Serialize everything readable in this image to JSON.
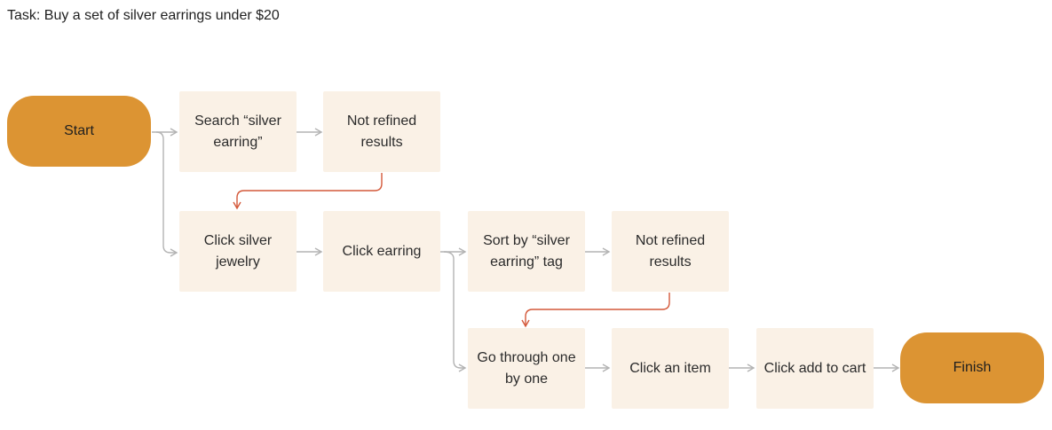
{
  "task": "Task: Buy a set of silver earrings under $20",
  "nodes": {
    "start": "Start",
    "search_silver_earring": "Search “silver earring”",
    "not_refined_1": "Not refined results",
    "click_silver_jewelry": "Click silver jewelry",
    "click_earring": "Click earring",
    "sort_by_tag": "Sort by “silver earring” tag",
    "not_refined_2": "Not refined results",
    "go_through": "Go through one by one",
    "click_item": "Click an item",
    "click_add_to_cart": "Click add to cart",
    "finish": "Finish"
  },
  "colors": {
    "terminal_fill": "#dc9433",
    "step_fill": "#faf1e6",
    "arrow_gray": "#b3b3b3",
    "arrow_red": "#d4593a"
  }
}
